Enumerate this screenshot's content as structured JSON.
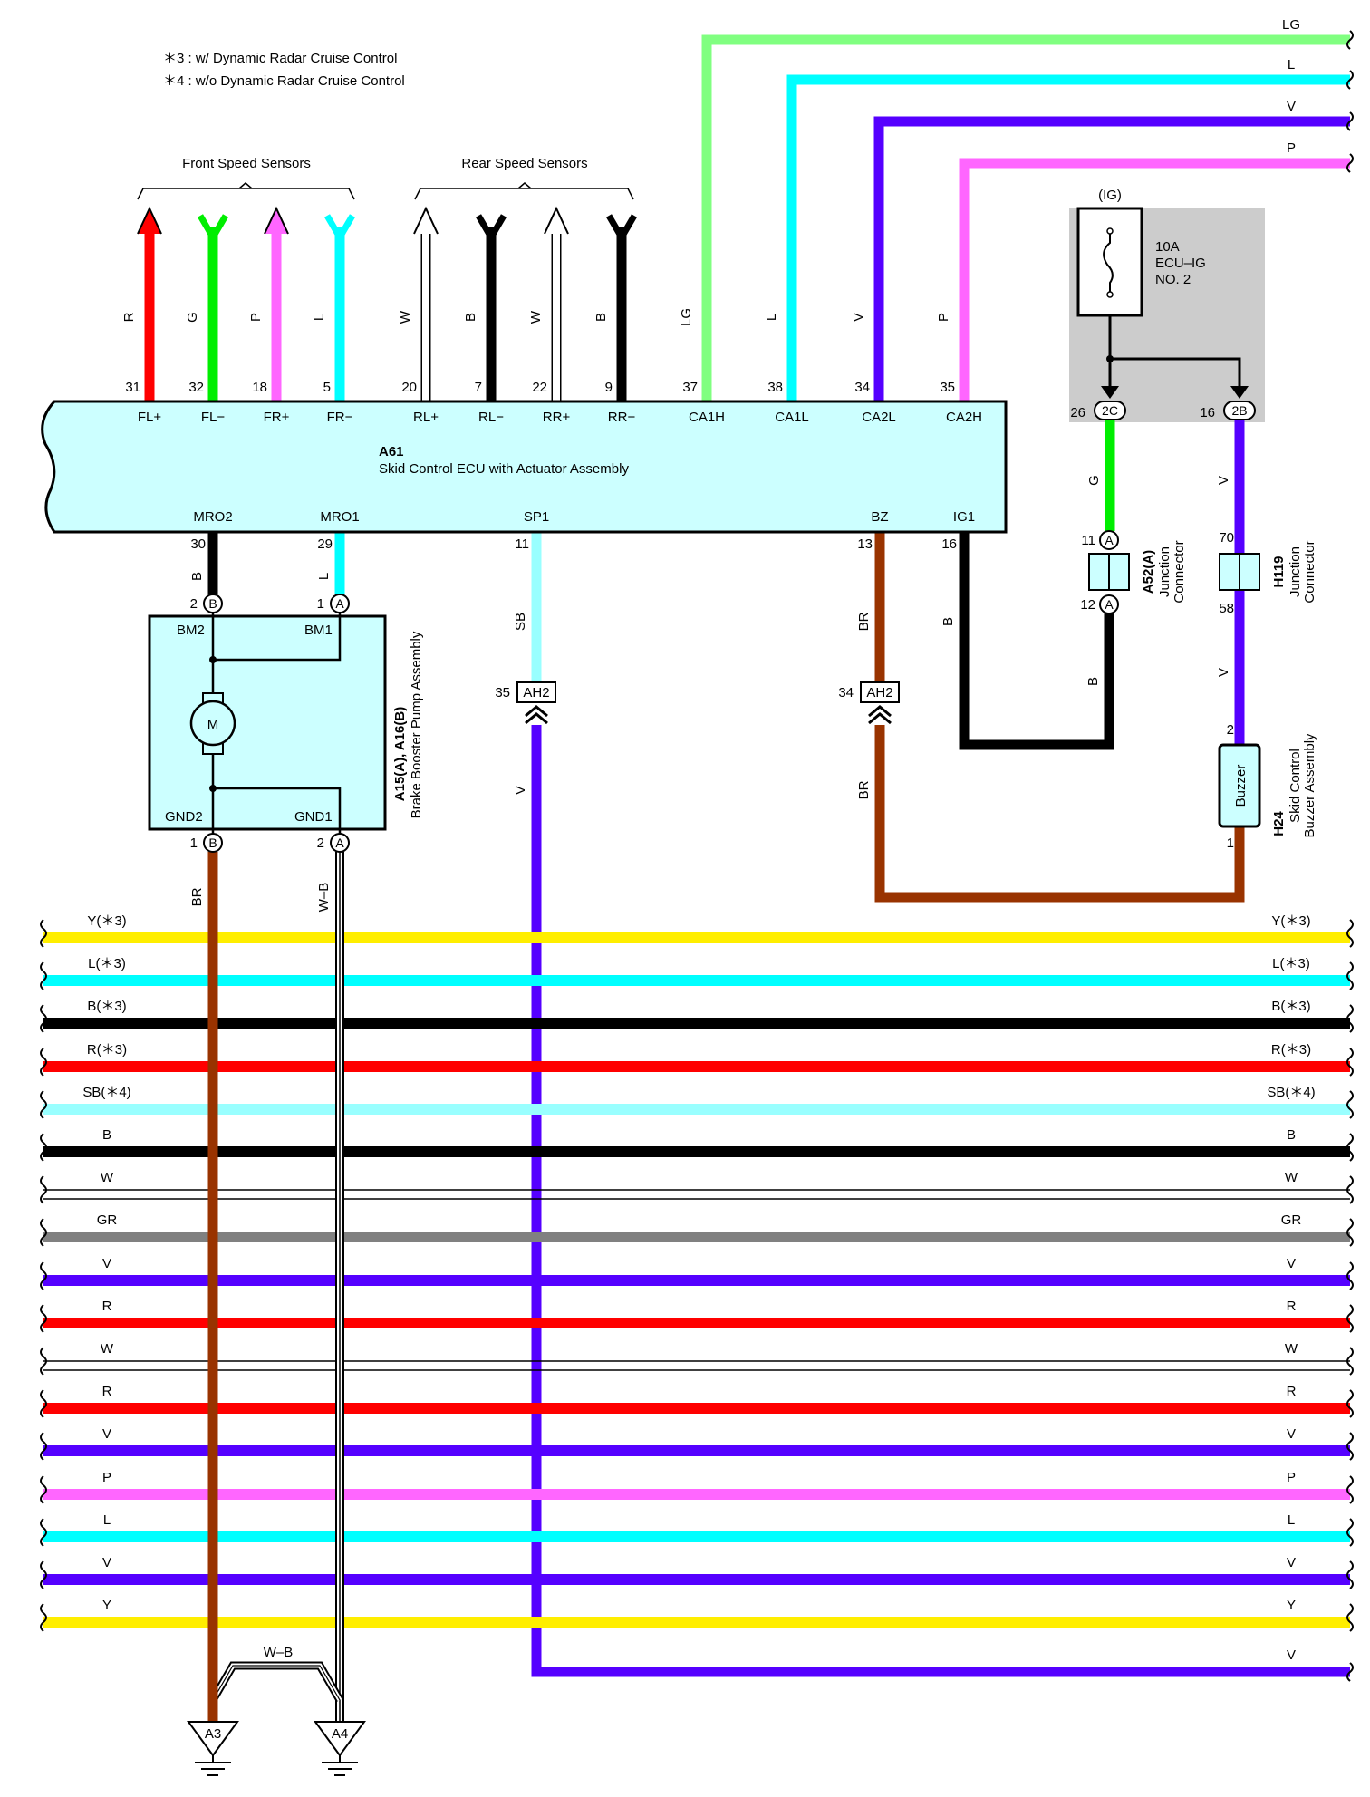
{
  "colors": {
    "LG": "#80ff80",
    "L": "#00ffff",
    "V": "#5500ff",
    "P": "#ff66ff",
    "R": "#ff0000",
    "G": "#00ee00",
    "B": "#000000",
    "W": "#ffffff",
    "SB": "#99ffff",
    "BR": "#993300",
    "Y": "#ffee00",
    "GR": "#808080",
    "ecu_fill": "#ccffff",
    "fuse_box": "#cccccc"
  },
  "notes": [
    "＊3 : w/ Dynamic Radar Cruise Control",
    "＊4 : w/o Dynamic Radar Cruise Control"
  ],
  "groups": {
    "front": "Front Speed Sensors",
    "rear": "Rear Speed Sensors"
  },
  "top_right_wires": [
    "LG",
    "L",
    "V",
    "P"
  ],
  "ecu": {
    "code": "A61",
    "name": "Skid Control ECU with Actuator Assembly",
    "top_pins": [
      {
        "wire": "R",
        "num": "31",
        "term": "FL+"
      },
      {
        "wire": "G",
        "num": "32",
        "term": "FL−"
      },
      {
        "wire": "P",
        "num": "18",
        "term": "FR+"
      },
      {
        "wire": "L",
        "num": "5",
        "term": "FR−"
      },
      {
        "wire": "W",
        "num": "20",
        "term": "RL+"
      },
      {
        "wire": "B",
        "num": "7",
        "term": "RL−"
      },
      {
        "wire": "W",
        "num": "22",
        "term": "RR+"
      },
      {
        "wire": "B",
        "num": "9",
        "term": "RR−"
      },
      {
        "wire": "LG",
        "num": "37",
        "term": "CA1H"
      },
      {
        "wire": "L",
        "num": "38",
        "term": "CA1L"
      },
      {
        "wire": "V",
        "num": "34",
        "term": "CA2L"
      },
      {
        "wire": "P",
        "num": "35",
        "term": "CA2H"
      }
    ],
    "bottom_pins": [
      {
        "num": "30",
        "term": "MRO2",
        "wire": "B"
      },
      {
        "num": "29",
        "term": "MRO1",
        "wire": "L"
      },
      {
        "num": "11",
        "term": "SP1",
        "wire": "SB"
      },
      {
        "num": "13",
        "term": "BZ",
        "wire": "BR"
      },
      {
        "num": "16",
        "term": "IG1",
        "wire": "B"
      }
    ]
  },
  "fuse": {
    "source": "(IG)",
    "rating": "10A",
    "name": "ECU–IG",
    "number": "NO. 2",
    "pin_left": "26",
    "conn_left": "2C",
    "pin_right": "16",
    "conn_right": "2B",
    "wire_left": "G",
    "wire_right": "V"
  },
  "junction_a52": {
    "code": "A52(A)",
    "label1": "Junction",
    "label2": "Connector",
    "pin_top": "11",
    "pin_bottom": "12",
    "tag": "A",
    "wire_below": "B"
  },
  "junction_h119": {
    "code": "H119",
    "label1": "Junction",
    "label2": "Connector",
    "pin_top": "70",
    "pin_bottom": "58",
    "wire_below": "V"
  },
  "buzzer": {
    "code": "H24",
    "label1": "Skid Control",
    "label2": "Buzzer Assembly",
    "text": "Buzzer",
    "pin_top": "2",
    "pin_bottom": "1"
  },
  "pump": {
    "code": "A15(A), A16(B)",
    "name": "Brake Booster Pump Assembly",
    "motor": "M",
    "tl": "BM2",
    "tr": "BM1",
    "bl": "GND2",
    "br": "GND1",
    "pin_tl": "2",
    "tag_tl": "B",
    "pin_tr": "1",
    "tag_tr": "A",
    "pin_bl": "1",
    "tag_bl": "B",
    "pin_br": "2",
    "tag_br": "A",
    "wire_bl": "BR",
    "wire_br": "W–B"
  },
  "ah2": {
    "conn": "AH2",
    "pin_left": "35",
    "pin_right": "34",
    "wire_left_below": "V",
    "wire_right_below": "BR"
  },
  "ground_wire": "W–B",
  "grounds": [
    "A3",
    "A4"
  ],
  "bus_lines": [
    {
      "left": "Y(＊3)",
      "right": "Y(＊3)",
      "color": "Y"
    },
    {
      "left": "L(＊3)",
      "right": "L(＊3)",
      "color": "L"
    },
    {
      "left": "B(＊3)",
      "right": "B(＊3)",
      "color": "B"
    },
    {
      "left": "R(＊3)",
      "right": "R(＊3)",
      "color": "R"
    },
    {
      "left": "SB(＊4)",
      "right": "SB(＊4)",
      "color": "SB"
    },
    {
      "left": "B",
      "right": "B",
      "color": "B"
    },
    {
      "left": "W",
      "right": "W",
      "color": "W"
    },
    {
      "left": "GR",
      "right": "GR",
      "color": "GR"
    },
    {
      "left": "V",
      "right": "V",
      "color": "V"
    },
    {
      "left": "R",
      "right": "R",
      "color": "R"
    },
    {
      "left": "W",
      "right": "W",
      "color": "W"
    },
    {
      "left": "R",
      "right": "R",
      "color": "R"
    },
    {
      "left": "V",
      "right": "V",
      "color": "V"
    },
    {
      "left": "P",
      "right": "P",
      "color": "P"
    },
    {
      "left": "L",
      "right": "L",
      "color": "L"
    },
    {
      "left": "V",
      "right": "V",
      "color": "V"
    },
    {
      "left": "Y",
      "right": "Y",
      "color": "Y"
    }
  ],
  "last_right_label": "V"
}
